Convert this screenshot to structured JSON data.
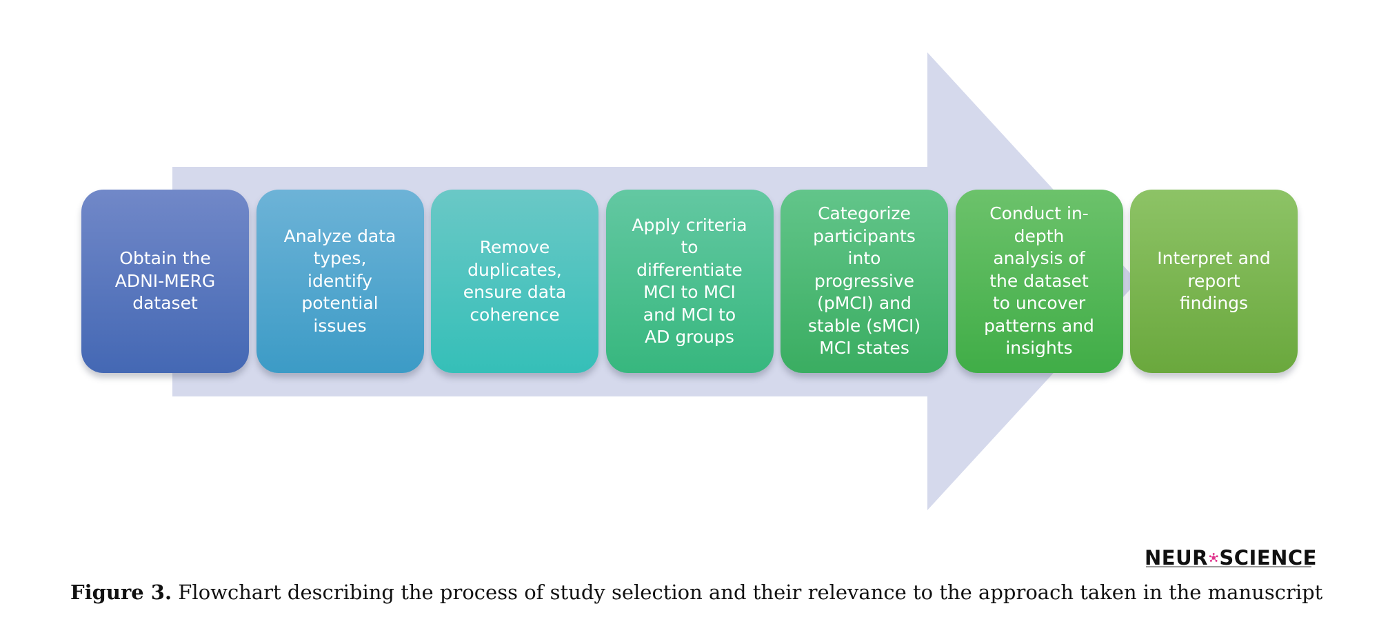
{
  "diagram": {
    "steps": [
      {
        "text": "Obtain the\nADNI-MERG\ndataset",
        "color_top": "#7188c8",
        "color_bottom": "#4468b4"
      },
      {
        "text": "Analyze data\ntypes,\nidentify\npotential\nissues",
        "color_top": "#6db3d7",
        "color_bottom": "#3c9bc6"
      },
      {
        "text": "Remove\nduplicates,\nensure data\ncoherence",
        "color_top": "#6ac8c6",
        "color_bottom": "#35bfb8"
      },
      {
        "text": "Apply criteria\nto\ndifferentiate\nMCI to MCI\nand MCI to\nAD groups",
        "color_top": "#63c8a2",
        "color_bottom": "#37b77e"
      },
      {
        "text": "Categorize\nparticipants\ninto\nprogressive\n(pMCI) and\nstable (sMCI)\nMCI states",
        "color_top": "#62c58a",
        "color_bottom": "#3aad61"
      },
      {
        "text": "Conduct in-\ndepth\nanalysis of\nthe dataset\nto uncover\npatterns and\ninsights",
        "color_top": "#6cc26b",
        "color_bottom": "#40ad47"
      },
      {
        "text": "Interpret and\nreport\nfindings",
        "color_top": "#8dc366",
        "color_bottom": "#6aa83d"
      }
    ],
    "arrow_color": "#d5d9ec"
  },
  "logo": {
    "text_before": "NEUR",
    "text_after": "SCIENCE",
    "accent_color": "#e0348c"
  },
  "caption": {
    "label": "Figure 3.",
    "text": " Flowchart describing the process of study selection and their relevance to the approach taken in the manuscript"
  }
}
